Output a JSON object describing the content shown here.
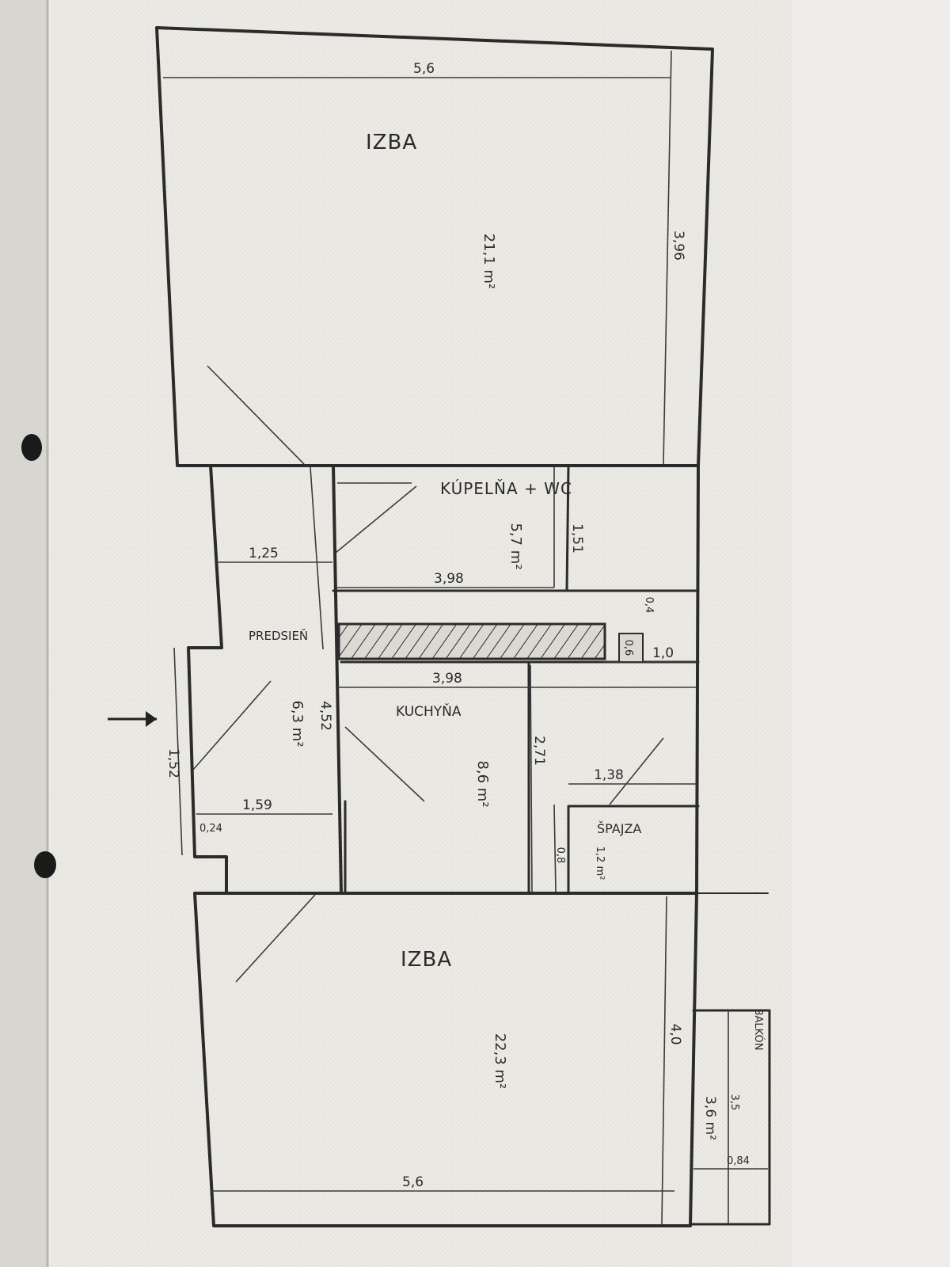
{
  "rooms": {
    "room_top": {
      "name": "IZBA",
      "area": "21,1 m²"
    },
    "bathroom": {
      "name": "KÚPELŇA + WC",
      "area": "5,7 m²"
    },
    "hallway": {
      "name": "PREDSIEŇ",
      "area": "6,3 m²"
    },
    "kitchen": {
      "name": "KUCHYŇA",
      "area": "8,6 m²"
    },
    "pantry": {
      "name": "ŠPAJZA",
      "area": "1,2 m²"
    },
    "room_bottom": {
      "name": "IZBA",
      "area": "22,3 m²"
    },
    "balcony": {
      "name": "BALKÓN",
      "area": "3,6 m²"
    }
  },
  "dimensions": {
    "top_width": "5,6",
    "top_depth": "3,96",
    "bath_width": "3,98",
    "bath_depth": "1,51",
    "hall_width": "1,25",
    "hall_length": "4,52",
    "entry_width": "1,52",
    "hall_lower_width": "1,59",
    "wall_small": "0,24",
    "shaft_h": "0,4",
    "shaft_a": "0,6",
    "shaft_w": "1,0",
    "kitchen_width": "3,98",
    "kitchen_depth": "2,71",
    "pantry_width": "1,38",
    "pantry_depth": "0,8",
    "bottom_width": "5,6",
    "bottom_depth": "4,0",
    "balcony_length": "3,5",
    "balcony_depth": "0,84"
  },
  "colors": {
    "paper": "#e8e6e1",
    "ink": "#2b2b2b",
    "edge": "#ffffff",
    "hole": "#1a1a1a"
  },
  "icons": {
    "entry": "entry-arrow-icon",
    "binder_hole": "binder-hole-icon"
  }
}
